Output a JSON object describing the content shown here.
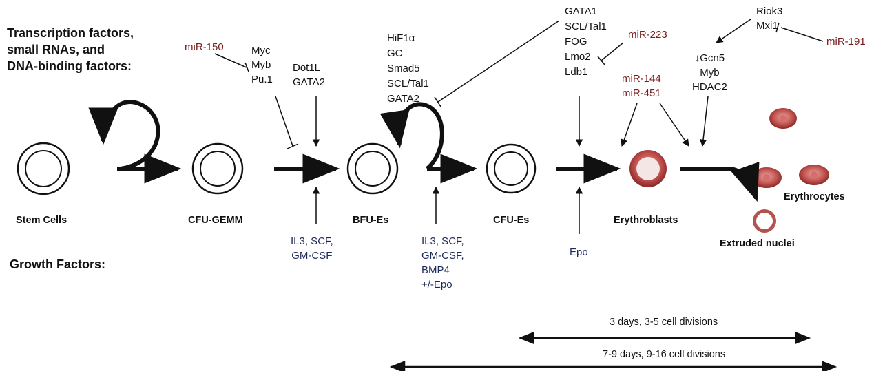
{
  "section_labels": {
    "transcription_factors": [
      "Transcription factors,",
      "small RNAs, and",
      "DNA-binding factors:"
    ],
    "growth_factors": "Growth Factors:"
  },
  "cells": {
    "stem": "Stem Cells",
    "cfu_gemm": "CFU-GEMM",
    "bfu_e": "BFU-Es",
    "cfu_e": "CFU-Es",
    "erythroblasts": "Erythroblasts",
    "erythrocytes": "Erythrocytes",
    "extruded_nuclei": "Extruded nuclei"
  },
  "regulators": {
    "mir150": "miR-150",
    "myc_group": [
      "Myc",
      "Myb",
      "Pu.1"
    ],
    "dot1l_group": [
      "Dot1L",
      "GATA2"
    ],
    "hif_group": [
      "HiF1α",
      "GC",
      "Smad5",
      "SCL/Tal1",
      "GATA2"
    ],
    "gata1_group": [
      "GATA1",
      "SCL/Tal1",
      "FOG",
      "Lmo2",
      "Ldb1"
    ],
    "mir223": "miR-223",
    "mir144_451": [
      "miR-144",
      "miR-451"
    ],
    "riok_group": [
      "Riok3",
      "Mxi1"
    ],
    "mir191": "miR-191",
    "gcn5_group": [
      "↓Gcn5",
      "Myb",
      "HDAC2"
    ]
  },
  "growth_factors": {
    "gf1": [
      "IL3, SCF,",
      "GM-CSF"
    ],
    "gf2": [
      "IL3, SCF,",
      "GM-CSF,",
      "BMP4",
      "+/-Epo"
    ],
    "gf3": "Epo"
  },
  "timelines": {
    "short": "3 days, 3-5 cell divisions",
    "long": "7-9 days, 9-16 cell divisions"
  },
  "colors": {
    "mirna": "#7a1c1c",
    "growth_factor": "#1f2a5c",
    "erythrocyte": "#c0504d"
  }
}
